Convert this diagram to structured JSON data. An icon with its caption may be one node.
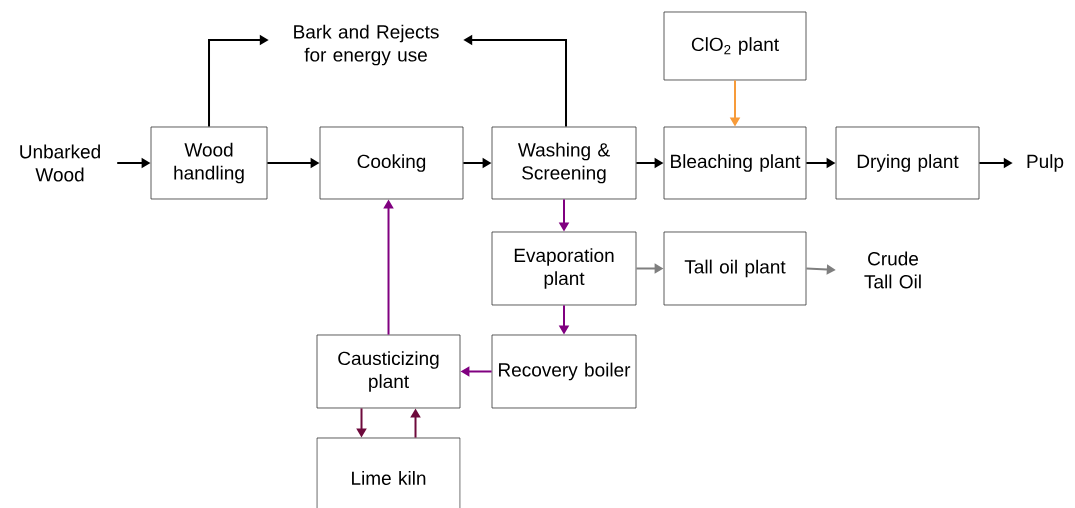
{
  "diagram": {
    "nodes": [
      {
        "text": [
          "Unbarked Wood"
        ]
      },
      {
        "text": [
          "Wood handling"
        ]
      },
      {
        "text": [
          "Cooking"
        ]
      },
      {
        "text": [
          "Washing & Screening"
        ]
      },
      {
        "text": [
          "Bleaching plant"
        ]
      },
      {
        "text": [
          "Drying plant"
        ]
      },
      {
        "text": [
          "Pulp"
        ]
      },
      {
        "text": [
          "Bark and Rejects for energy use"
        ]
      },
      {
        "text": [
          "ClO$_{2}$ plant"
        ]
      },
      {
        "text": [
          "Evaporation plant"
        ]
      },
      {
        "text": [
          "Tall oil plant"
        ]
      },
      {
        "text": [
          "Crude Tall Oil"
        ]
      },
      {
        "text": [
          "Recovery boiler"
        ]
      },
      {
        "text": [
          "Causticizing plant"
        ]
      },
      {
        "text": [
          "Lime kiln"
        ]
      }
    ],
    "edges": [
      {
        "from": 0,
        "to": 1,
        "arrow": "to"
      },
      {
        "from": 1,
        "to": 2,
        "arrow": "to"
      },
      {
        "from": 2,
        "to": 3,
        "arrow": "to"
      },
      {
        "from": 3,
        "to": 4,
        "arrow": "to"
      },
      {
        "from": 4,
        "to": 5,
        "arrow": "to"
      },
      {
        "from": 5,
        "to": 6,
        "arrow": "to"
      },
      {
        "from": 1,
        "to": 7,
        "arrow": "to"
      },
      {
        "from": 3,
        "to": 7,
        "arrow": "to"
      },
      {
        "from": 8,
        "to": 4,
        "arrow": "to",
        "color": "#f79b3a"
      },
      {
        "from": 3,
        "to": 9,
        "arrow": "to",
        "color": "#800080"
      },
      {
        "from": 9,
        "to": 10,
        "arrow": "to",
        "color": "#7f7f7f"
      },
      {
        "from": 10,
        "to": 11,
        "arrow": "to",
        "color": "#7f7f7f"
      },
      {
        "from": 9,
        "to": 12,
        "arrow": "to",
        "color": "#800080"
      },
      {
        "from": 12,
        "to": 13,
        "arrow": "to",
        "color": "#800080"
      },
      {
        "from": 13,
        "to": 2,
        "arrow": "to",
        "color": "#800080"
      },
      {
        "from": 13,
        "to": 14,
        "arrow": "to",
        "color": "#6e0a3c"
      },
      {
        "from": 14,
        "to": 13,
        "arrow": "to",
        "color": "#6e0a3c"
      }
    ]
  }
}
